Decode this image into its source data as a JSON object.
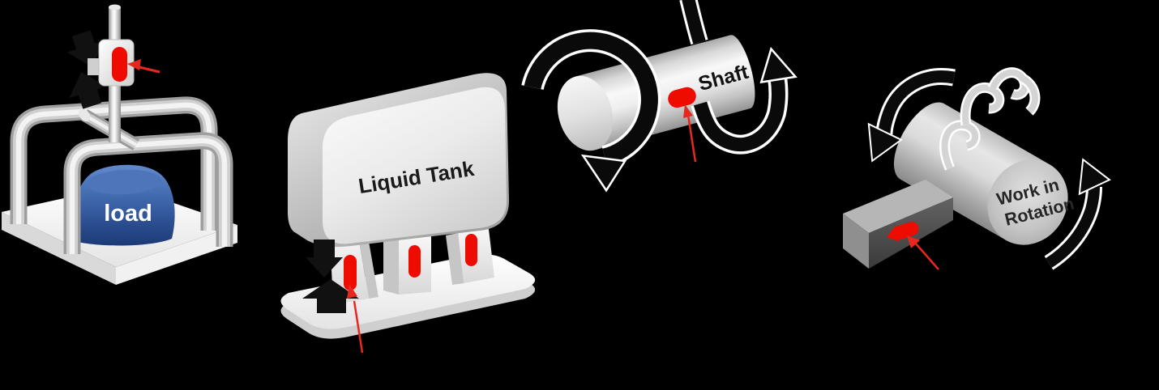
{
  "background": {
    "color": "#000000"
  },
  "colors": {
    "gauge_red": "#ee0b00",
    "pointer_red": "#e8281e",
    "force_arrow_black": "#111111",
    "rotation_arrow_black": "#0a0a0a",
    "dome_blue": "#3e65aa",
    "label_dark": "#1a1a1a",
    "label_white": "#ffffff"
  },
  "figures": {
    "load_cell": {
      "label": "load"
    },
    "liquid_tank": {
      "label": "Liquid Tank"
    },
    "shaft": {
      "label": "Shaft"
    },
    "work_in_rotation": {
      "label_line1": "Work in",
      "label_line2": "Rotation"
    }
  }
}
